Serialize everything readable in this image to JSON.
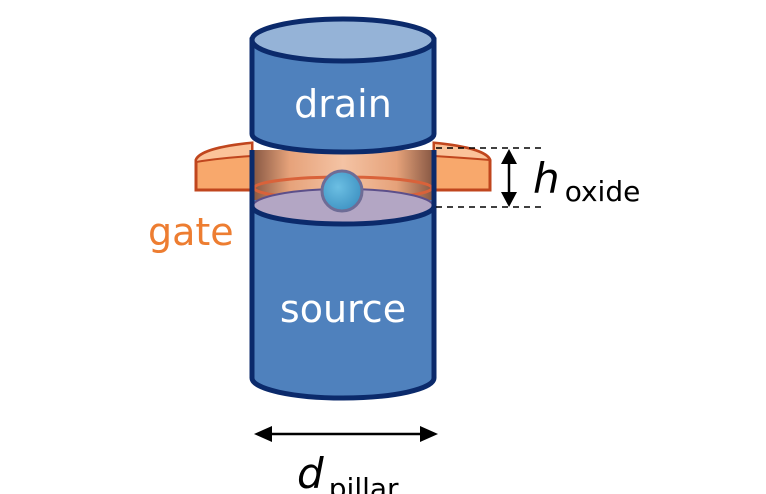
{
  "title": "Vertical pillar transistor with gate-all-around and quantum dot",
  "labels": {
    "drain": "drain",
    "source": "source",
    "gate": "gate",
    "h_symbol": "h",
    "h_subscript": "oxide",
    "d_symbol": "d",
    "d_subscript": "pillar"
  },
  "colors": {
    "pillar_fill": "#4f81bd",
    "pillar_top": "#95b3d7",
    "pillar_outline": "#0b2a6b",
    "gate_fill": "#f8a86c",
    "gate_outline": "#c0461e",
    "oxide_floor": "#b3a6c4",
    "dot_fill": "#4aa3cf",
    "dot_outline": "#6e6c96",
    "gate_text": "#ed7d31"
  }
}
